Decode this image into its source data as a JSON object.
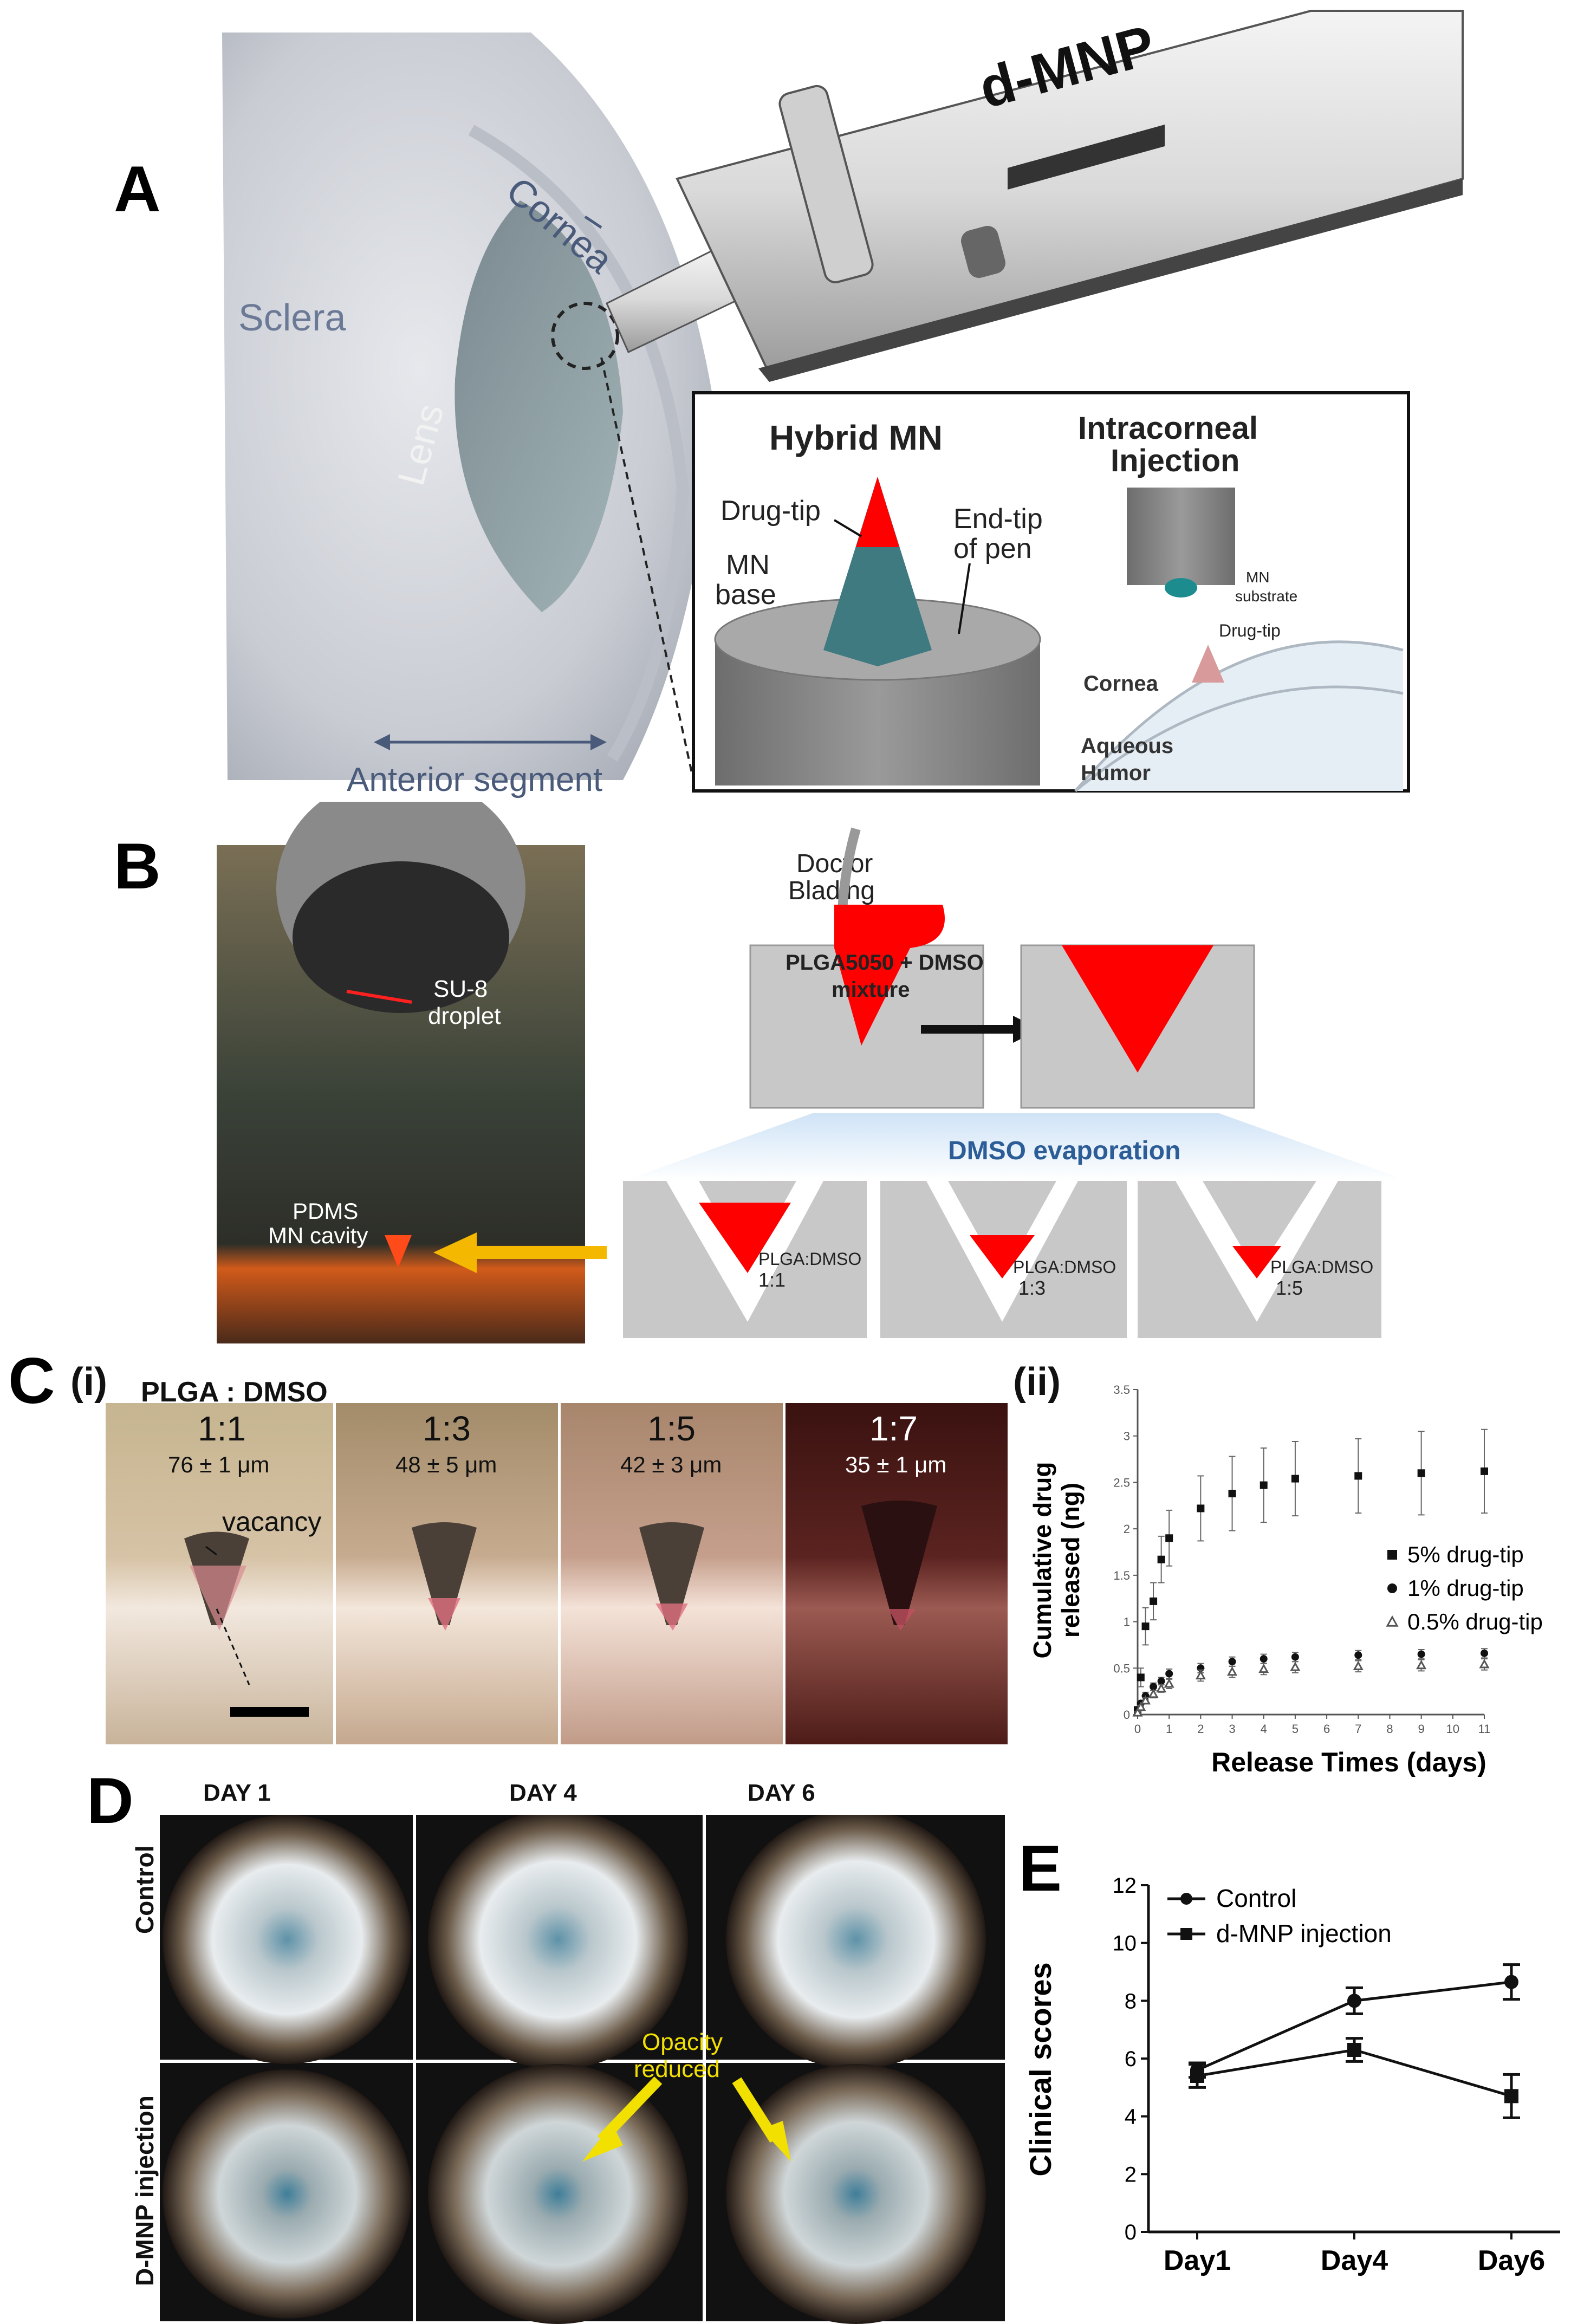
{
  "panelA": {
    "letter": "A",
    "device_label": "d-MNP",
    "labels": {
      "cornea": "Cornea",
      "sclera": "Sclera",
      "lens": "Lens",
      "anterior": "Anterior segment"
    },
    "inset": {
      "hybrid_title": "Hybrid MN",
      "drug_tip": "Drug-tip",
      "mn_base_1": "MN",
      "mn_base_2": "base",
      "end_tip_1": "End-tip",
      "end_tip_2": "of pen",
      "injection_title_1": "Intracorneal",
      "injection_title_2": "Injection",
      "mn_substrate_1": "MN",
      "mn_substrate_2": "substrate",
      "drug_tip_small": "Drug-tip",
      "cornea": "Cornea",
      "aqueous_1": "Aqueous",
      "aqueous_2": "Humor"
    }
  },
  "panelB": {
    "letter": "B",
    "su8_1": "SU-8",
    "su8_2": "droplet",
    "pdms_1": "PDMS",
    "pdms_2": "MN cavity",
    "doctor_1": "Doctor",
    "doctor_2": "Blading",
    "mix_1": "PLGA5050 + DMSO",
    "mix_2": "mixture",
    "evap": "DMSO evaporation",
    "ratios": [
      {
        "label": "PLGA:DMSO",
        "ratio": "1:1"
      },
      {
        "label": "PLGA:DMSO",
        "ratio": "1:3"
      },
      {
        "label": "PLGA:DMSO",
        "ratio": "1:5"
      }
    ]
  },
  "panelC": {
    "letter": "C",
    "sub_i": "(i)",
    "sub_ii": "(ii)",
    "header": "PLGA : DMSO",
    "vacancy": "vacancy",
    "images": [
      {
        "ratio": "1:1",
        "size": "76 ± 1 μm"
      },
      {
        "ratio": "1:3",
        "size": "48 ± 5 μm"
      },
      {
        "ratio": "1:5",
        "size": "42 ± 3 μm"
      },
      {
        "ratio": "1:7",
        "size": "35 ± 1 μm"
      }
    ]
  },
  "panelD": {
    "letter": "D",
    "days": [
      "DAY 1",
      "DAY 4",
      "DAY 6"
    ],
    "rows": [
      "Control",
      "D-MNP injection"
    ],
    "annotation_1": "Opacity",
    "annotation_2": "reduced"
  },
  "panelE": {
    "letter": "E"
  },
  "chart_data": [
    {
      "type": "scatter",
      "panel": "C(ii)",
      "xlabel": "Release Times (days)",
      "ylabel_1": "Cumulative drug",
      "ylabel_2": "released (ng)",
      "xlim": [
        0,
        11
      ],
      "ylim": [
        0,
        3.5
      ],
      "xticks": [
        0,
        1,
        2,
        3,
        4,
        5,
        6,
        7,
        8,
        9,
        10,
        11
      ],
      "yticks": [
        0,
        0.5,
        1,
        1.5,
        2,
        2.5,
        3,
        3.5
      ],
      "legend_position": "right",
      "series": [
        {
          "name": "5% drug-tip",
          "marker": "square",
          "x": [
            0,
            0.1,
            0.25,
            0.5,
            0.75,
            1,
            2,
            3,
            4,
            5,
            7,
            9,
            11
          ],
          "y": [
            0.05,
            0.4,
            0.95,
            1.22,
            1.67,
            1.9,
            2.22,
            2.38,
            2.47,
            2.54,
            2.57,
            2.6,
            2.62
          ],
          "err": [
            0.02,
            0.1,
            0.2,
            0.2,
            0.25,
            0.3,
            0.35,
            0.4,
            0.4,
            0.4,
            0.4,
            0.45,
            0.45
          ]
        },
        {
          "name": "1% drug-tip",
          "marker": "circle",
          "x": [
            0,
            0.1,
            0.25,
            0.5,
            0.75,
            1,
            2,
            3,
            4,
            5,
            7,
            9,
            11
          ],
          "y": [
            0.03,
            0.12,
            0.2,
            0.3,
            0.36,
            0.44,
            0.5,
            0.57,
            0.6,
            0.62,
            0.64,
            0.65,
            0.66
          ],
          "err": [
            0.01,
            0.03,
            0.04,
            0.04,
            0.04,
            0.05,
            0.05,
            0.05,
            0.05,
            0.05,
            0.05,
            0.05,
            0.05
          ]
        },
        {
          "name": "0.5% drug-tip",
          "marker": "triangle-open",
          "x": [
            0,
            0.1,
            0.25,
            0.5,
            0.75,
            1,
            2,
            3,
            4,
            5,
            7,
            9,
            11
          ],
          "y": [
            0.02,
            0.08,
            0.15,
            0.22,
            0.28,
            0.33,
            0.42,
            0.46,
            0.49,
            0.51,
            0.52,
            0.53,
            0.54
          ],
          "err": [
            0.01,
            0.02,
            0.03,
            0.04,
            0.04,
            0.05,
            0.06,
            0.06,
            0.06,
            0.06,
            0.06,
            0.06,
            0.06
          ]
        }
      ]
    },
    {
      "type": "line",
      "panel": "E",
      "ylabel": "Clinical scores",
      "categories": [
        "Day1",
        "Day4",
        "Day6"
      ],
      "ylim": [
        0,
        12
      ],
      "yticks": [
        0,
        2,
        4,
        6,
        8,
        10,
        12
      ],
      "legend_position": "top-left",
      "series": [
        {
          "name": "Control",
          "marker": "circle",
          "values": [
            5.6,
            8.0,
            8.65
          ],
          "err": [
            0.25,
            0.45,
            0.6
          ]
        },
        {
          "name": "d-MNP injection",
          "marker": "square",
          "values": [
            5.4,
            6.3,
            4.7
          ],
          "err": [
            0.4,
            0.4,
            0.75
          ]
        }
      ]
    }
  ]
}
